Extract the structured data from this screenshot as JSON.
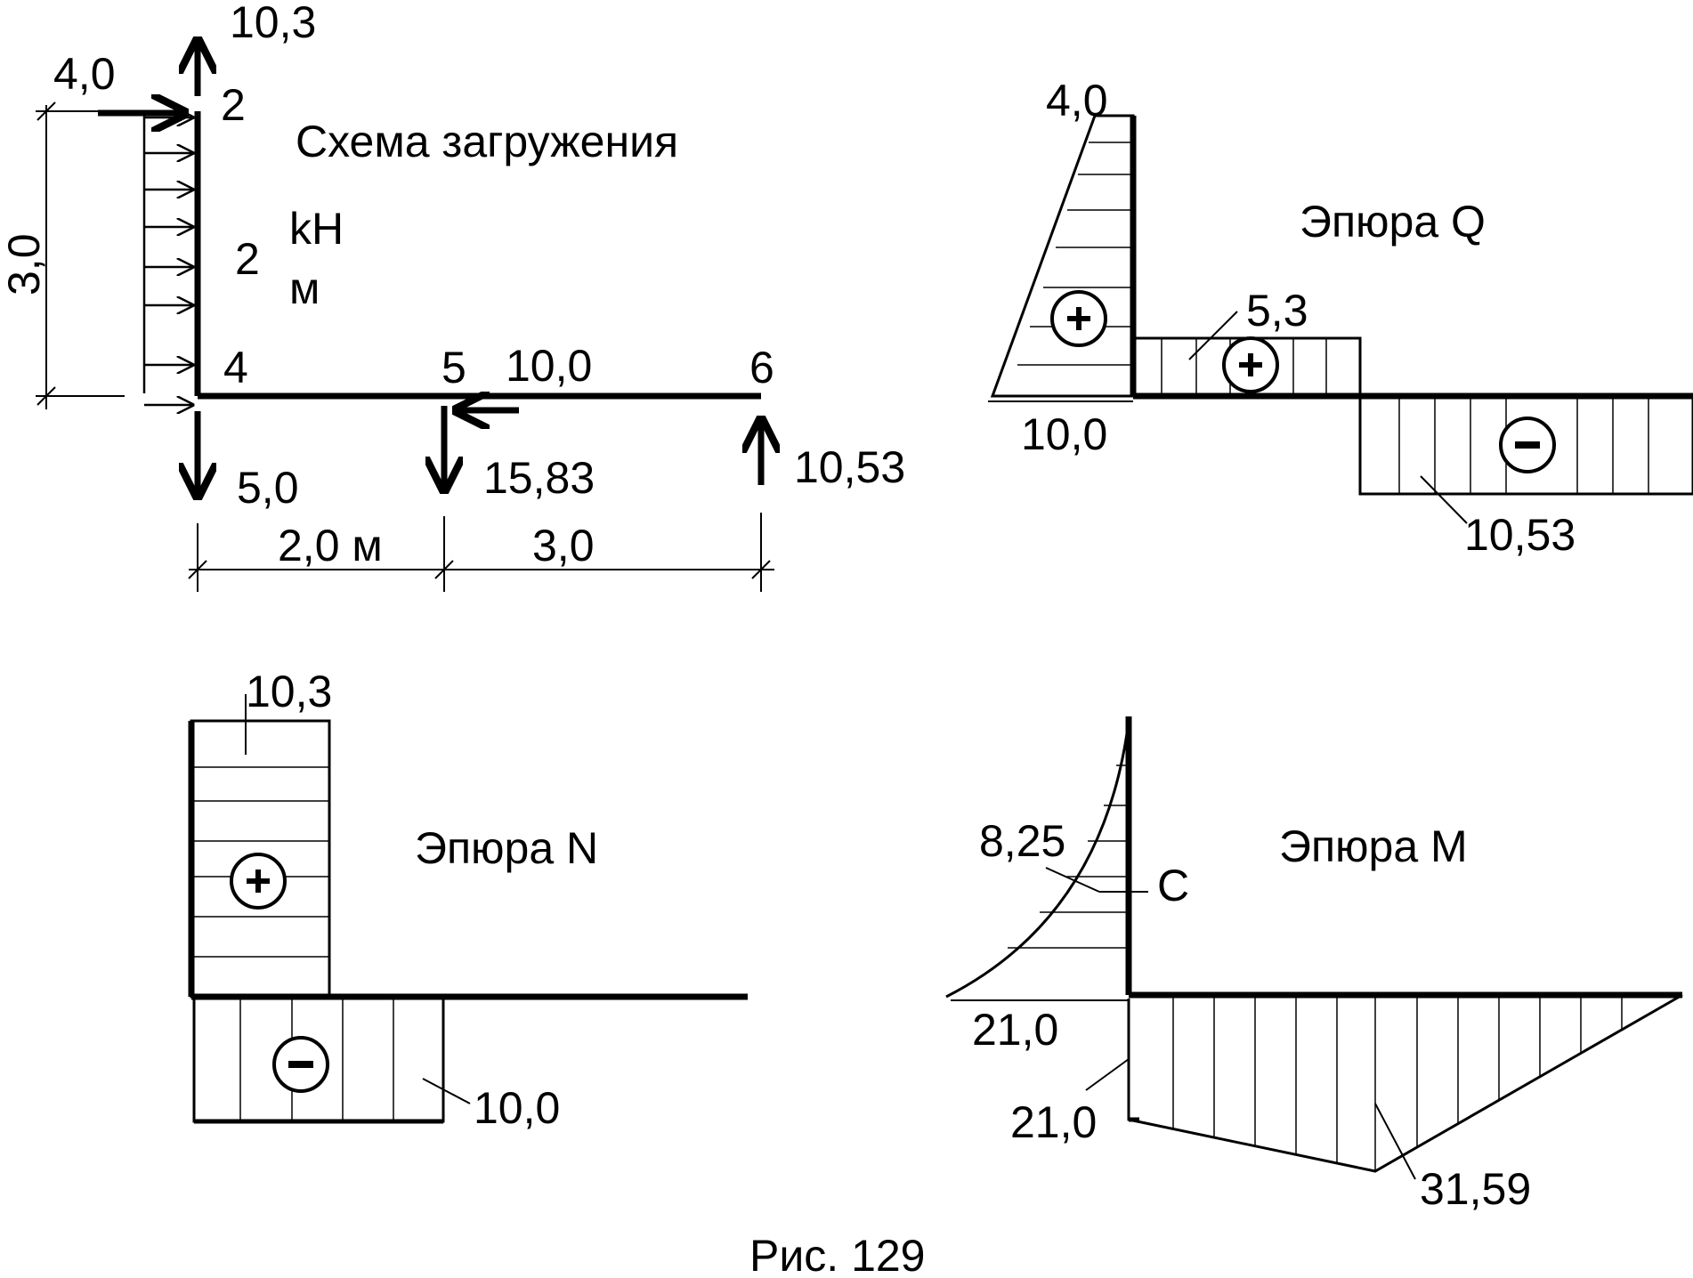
{
  "loading_scheme": {
    "title": "Схема загружения",
    "load_top": "10,3",
    "load_left": "4,0",
    "dim_vertical": "3,0",
    "dist_load_value": "2",
    "dist_load_unit_top": "kH",
    "dist_load_unit_bottom": "м",
    "node_2": "2",
    "node_4": "4",
    "node_5": "5",
    "node_6": "6",
    "load_horizontal_5": "10,0",
    "reaction_4": "5,0",
    "load_5": "15,83",
    "reaction_6": "10,53",
    "dim_1": "2,0 м",
    "dim_2": "3,0"
  },
  "q_diagram": {
    "title": "Эпюра Q",
    "top_value": "4,0",
    "bottom_value": "10,0",
    "mid_value": "5,3",
    "right_value": "10,53",
    "sign_plus": "+",
    "sign_minus": "−"
  },
  "n_diagram": {
    "title": "Эпюра N",
    "top_value": "10,3",
    "bottom_value": "10,0",
    "sign_plus": "+",
    "sign_minus": "−"
  },
  "m_diagram": {
    "title": "Эпюра M",
    "point_value": "8,25",
    "point_label": "C",
    "corner_value": "21,0",
    "beam_start_value": "21,0",
    "max_value": "31,59"
  },
  "caption": "Рис. 129"
}
